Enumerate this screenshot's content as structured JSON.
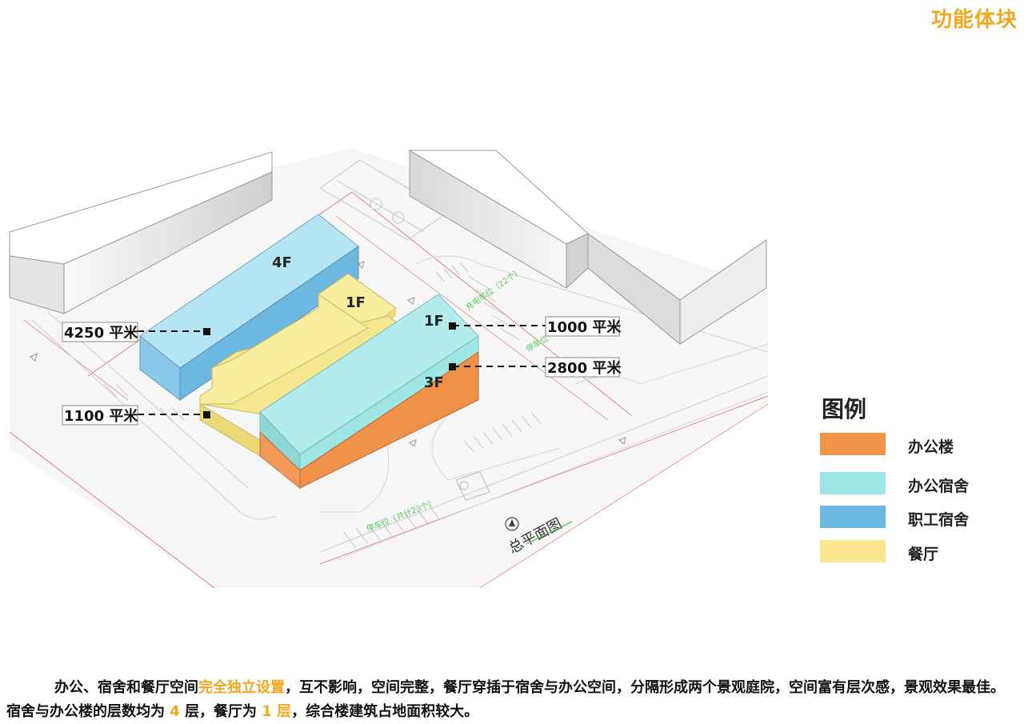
{
  "header": {
    "title": "功能体块"
  },
  "diagram": {
    "floor_labels": {
      "dorm_staff": "4F",
      "dining_upper": "1F",
      "dorm_office": "1F",
      "office": "3F"
    },
    "area_labels": {
      "staff_dorm": "4250 平米",
      "dining": "1100 平米",
      "office_dorm": "1000 平米",
      "office": "2800 平米"
    },
    "site_plan_label": "总平面图",
    "site_texts": {
      "parking_a": "充电车位（22个）",
      "parking_b": "停车位（共计23个）",
      "parking_c": "停车位"
    }
  },
  "legend": {
    "title": "图例",
    "items": [
      {
        "label": "办公楼",
        "color": "#f0954a"
      },
      {
        "label": "办公宿舍",
        "color": "#9ee6e6"
      },
      {
        "label": "职工宿舍",
        "color": "#6cb8e0"
      },
      {
        "label": "餐厅",
        "color": "#fbe58e"
      }
    ]
  },
  "caption": {
    "part1": "办公、宿舍和餐厅空间",
    "highlight1": "完全独立设置",
    "part2": "，互不影响，空间完整，餐厅穿插于宿舍与办公空间，分隔形成两个景观庭院，空间富有层次感，景观效果最佳。宿舍与办公楼的层数均为",
    "highlight2": " 4 ",
    "part3": "层，餐厅为",
    "highlight3": " 1 层",
    "part4": "，综合楼建筑占地面积较大。"
  }
}
